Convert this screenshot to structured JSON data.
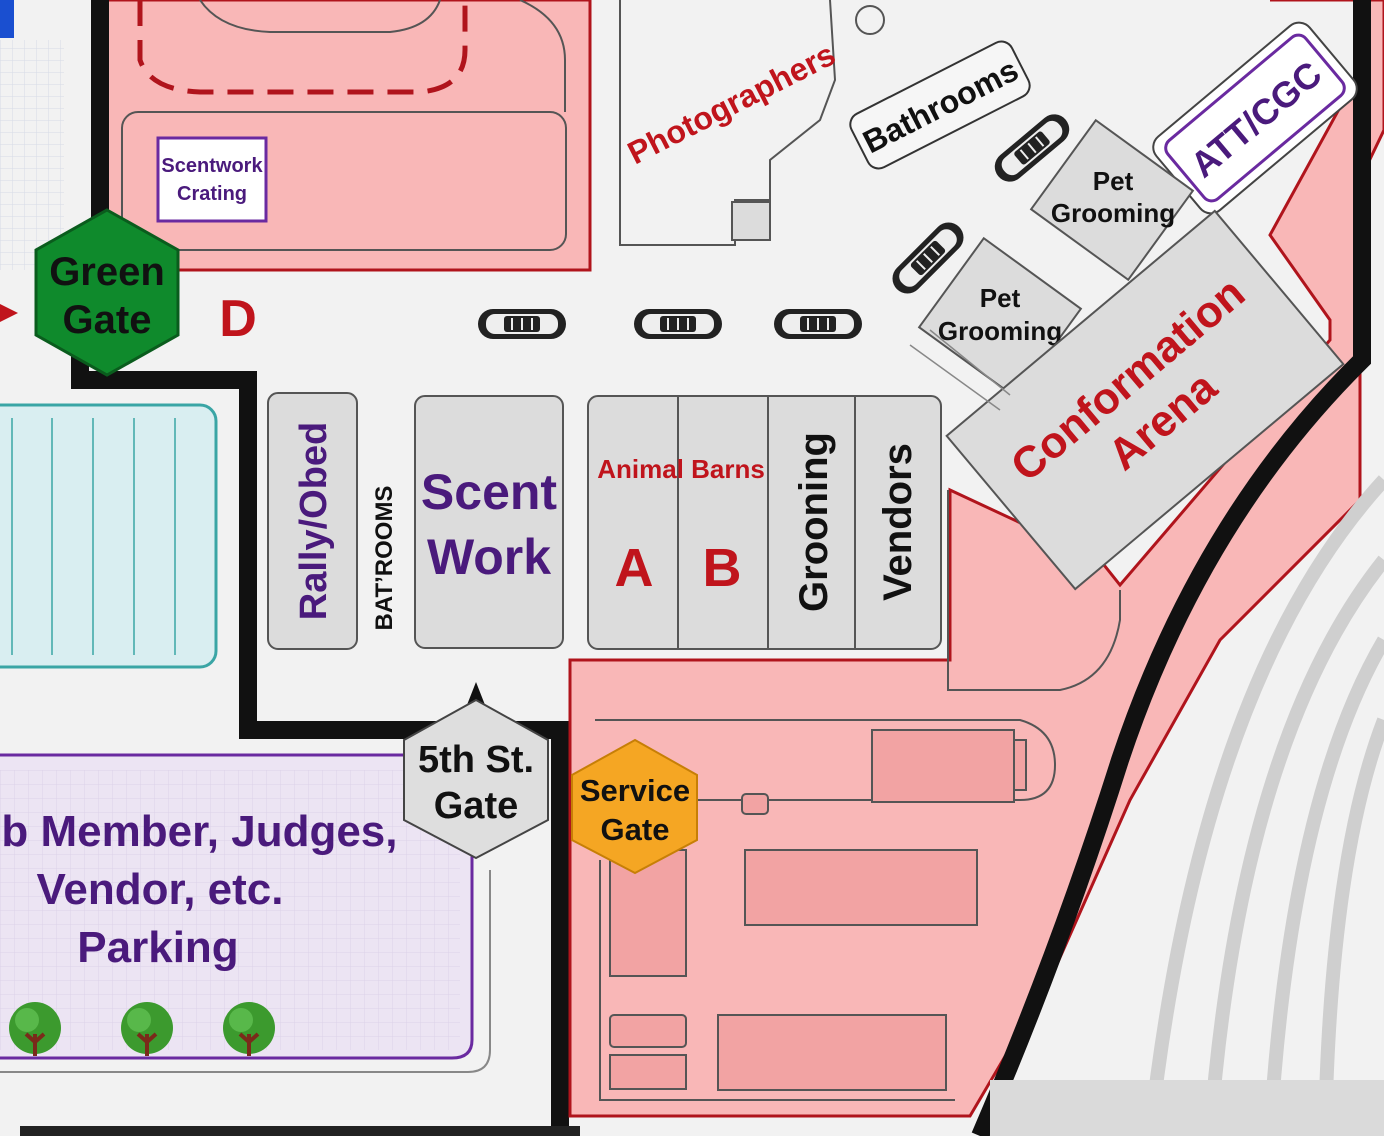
{
  "colors": {
    "restricted_fill": "#f9b7b7",
    "restricted_stroke": "#b0141c",
    "building_fill": "#dcdcdc",
    "building_stroke": "#555555",
    "purple_text": "#4a1a7c",
    "red_text": "#c0141c",
    "green_gate": "#0f8a2c",
    "service_gate": "#f5a623",
    "fifth_gate": "#dedede",
    "parking_fill": "#ece4f3",
    "teal_lot": "#d9eef1",
    "teal_stroke": "#3aa5a5"
  },
  "labels": {
    "scentwork_crating_1": "Scentwork",
    "scentwork_crating_2": "Crating",
    "photographers": "Photographers",
    "bathrooms": "Bathrooms",
    "att_cgc": "ATT/CGC",
    "pet_grooming_1_l1": "Pet",
    "pet_grooming_1_l2": "Grooming",
    "pet_grooming_2_l1": "Pet",
    "pet_grooming_2_l2": "Grooming",
    "conformation_l1": "Conformation",
    "conformation_l2": "Arena",
    "rally_obed": "Rally/Obed",
    "bathrooms_vertical": "BATʼROOMS",
    "scent_work_l1": "Scent",
    "scent_work_l2": "Work",
    "animal_barns": "Animal Barns",
    "barn_a": "A",
    "barn_b": "B",
    "grooning": "Grooning",
    "vendors": "Vendors",
    "lot_d": "D",
    "parking_l1": "ub Member, Judges,",
    "parking_l2": "Vendor, etc.",
    "parking_l3": "Parking"
  },
  "gates": {
    "green_l1": "Green",
    "green_l2": "Gate",
    "fifth_l1": "5th St.",
    "fifth_l2": "Gate",
    "service_l1": "Service",
    "service_l2": "Gate"
  },
  "icons": {
    "car": "car-icon",
    "tree": "tree-icon",
    "arrow": "arrow-icon"
  }
}
